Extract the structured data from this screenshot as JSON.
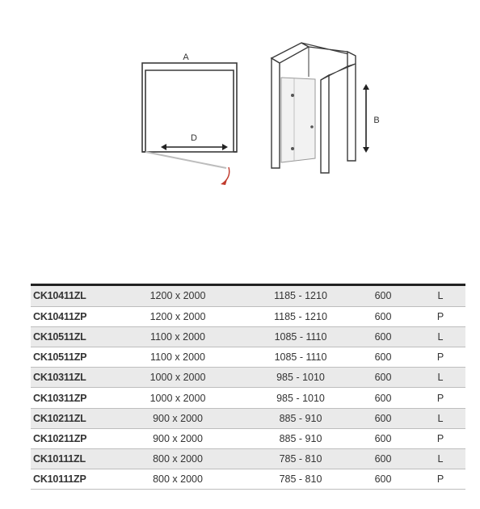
{
  "diagram": {
    "labels": {
      "a": "A",
      "b": "B",
      "d": "D"
    },
    "colors": {
      "frame": "#3a3a3a",
      "glass": "#bdbdbd",
      "arrow": "#c0392b"
    }
  },
  "table": {
    "rows": [
      {
        "code": "CK10411ZL",
        "size": "1200 x 2000",
        "range": "1185 - 1210",
        "depth": "600",
        "side": "L"
      },
      {
        "code": "CK10411ZP",
        "size": "1200 x 2000",
        "range": "1185 - 1210",
        "depth": "600",
        "side": "P"
      },
      {
        "code": "CK10511ZL",
        "size": "1100  x 2000",
        "range": "1085 - 1110",
        "depth": "600",
        "side": "L"
      },
      {
        "code": "CK10511ZP",
        "size": "1100  x 2000",
        "range": "1085 - 1110",
        "depth": "600",
        "side": "P"
      },
      {
        "code": "CK10311ZL",
        "size": "1000 x 2000",
        "range": "985 - 1010",
        "depth": "600",
        "side": "L"
      },
      {
        "code": "CK10311ZP",
        "size": "1000 x 2000",
        "range": "985 - 1010",
        "depth": "600",
        "side": "P"
      },
      {
        "code": "CK10211ZL",
        "size": "900 x 2000",
        "range": "885 - 910",
        "depth": "600",
        "side": "L"
      },
      {
        "code": "CK10211ZP",
        "size": "900 x 2000",
        "range": "885 - 910",
        "depth": "600",
        "side": "P"
      },
      {
        "code": "CK10111ZL",
        "size": "800 x 2000",
        "range": "785 - 810",
        "depth": "600",
        "side": "L"
      },
      {
        "code": "CK10111ZP",
        "size": "800 x 2000",
        "range": "785 - 810",
        "depth": "600",
        "side": "P"
      }
    ]
  }
}
